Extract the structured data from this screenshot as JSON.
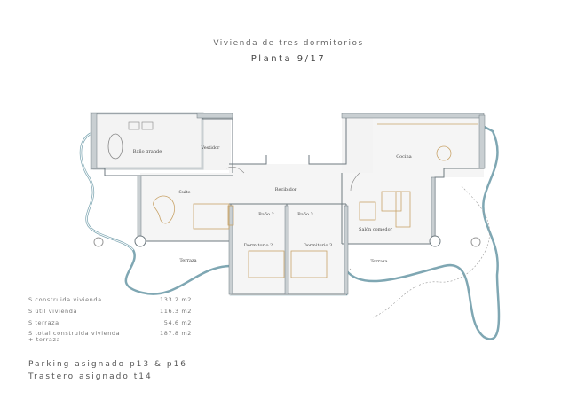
{
  "header": {
    "title": "Vivienda de tres dormitorios",
    "subtitle": "Planta 9/17"
  },
  "rooms": {
    "bano_grande": "Baño grande",
    "vestidor": "Vestidor",
    "suite": "Suite",
    "recibidor": "Recibidor",
    "bano2": "Baño 2",
    "bano3": "Baño 3",
    "dormitorio2": "Dormitorio 2",
    "dormitorio3": "Dormitorio 3",
    "cocina": "Cocina",
    "salon": "Salón comedor",
    "terraza_left": "Terraza",
    "terraza_right": "Terraza"
  },
  "areas": [
    {
      "label": "S construida vivienda",
      "value": "133.2 m2"
    },
    {
      "label": "S útil vivienda",
      "value": "116.3 m2"
    },
    {
      "label": "S terraza",
      "value": "54.6 m2"
    },
    {
      "label": "S total construida vivienda",
      "label2": "+ terraza",
      "value": "187.8 m2"
    }
  ],
  "extras": {
    "parking": "Parking asignado p13 & p16",
    "trastero": "Trastero asignado t14"
  },
  "colors": {
    "wall": "#c9cfd2",
    "wall_stroke": "#6f7a80",
    "furniture": "#c9a46a",
    "terrace": "#7fa7b3"
  }
}
